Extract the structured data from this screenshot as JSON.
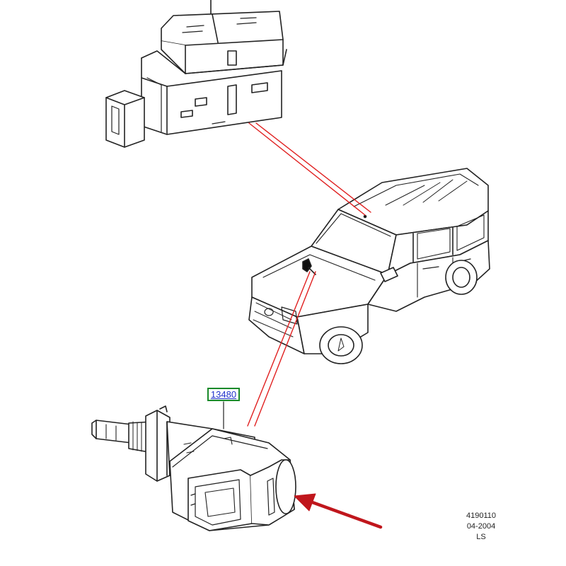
{
  "callout": {
    "part_number": "13480"
  },
  "info": {
    "illustration_id": "4190110",
    "date": "04-2004",
    "code": "LS"
  },
  "colors": {
    "line": "#222222",
    "leader": "#e02020",
    "arrow": "#c0161c",
    "callout_border": "#1a8a2a",
    "callout_text": "#2233cc"
  },
  "icons": [
    "switch-assembly-icon",
    "vehicle-icon",
    "brake-switch-icon",
    "pointer-arrow-icon"
  ]
}
